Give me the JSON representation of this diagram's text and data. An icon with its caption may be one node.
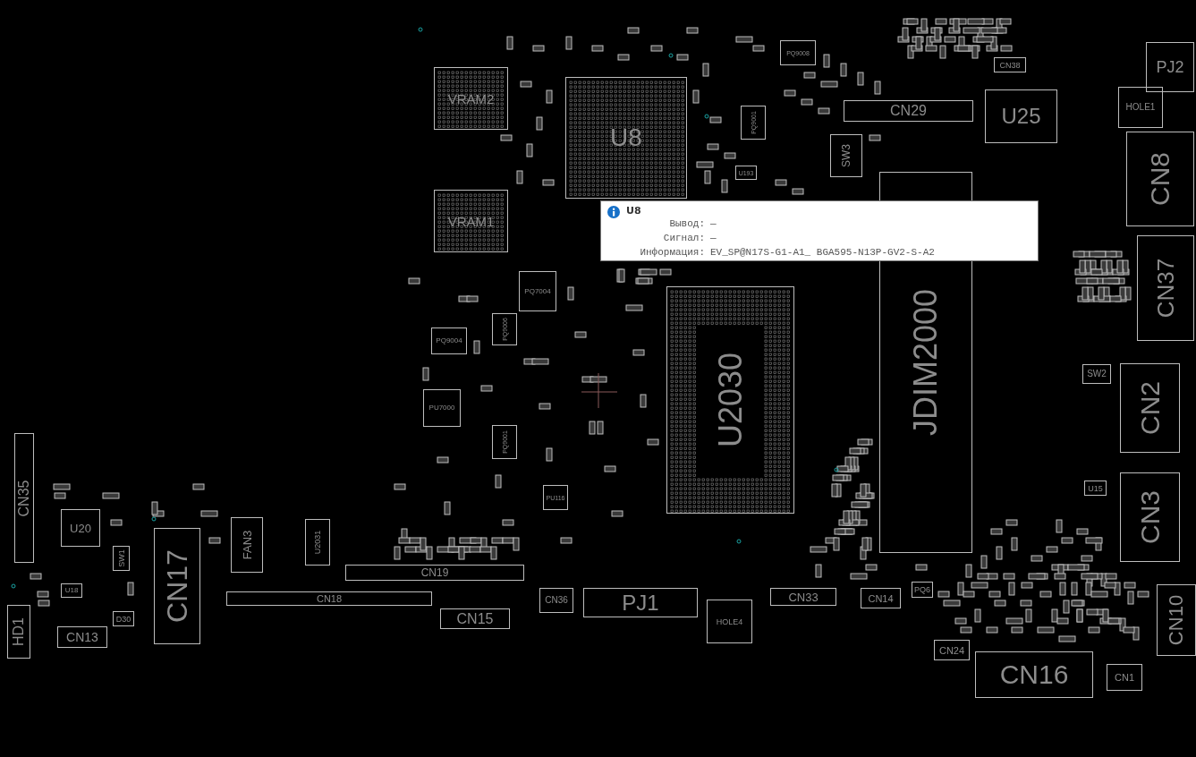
{
  "diagram": {
    "nodes": [
      {
        "text": [
          "PJ2"
        ]
      },
      {
        "text": [
          "PQ9008"
        ]
      },
      {
        "text": [
          "CN38"
        ]
      },
      {
        "text": [
          "VRAM2"
        ]
      },
      {
        "text": [
          "U8"
        ]
      },
      {
        "text": [
          "HOLE1"
        ]
      },
      {
        "text": [
          "CN29"
        ]
      },
      {
        "text": [
          "U25"
        ]
      },
      {
        "text": [
          "PQ9001"
        ]
      },
      {
        "text": [
          "CN8"
        ]
      },
      {
        "text": [
          "SW3"
        ]
      },
      {
        "text": [
          "U193"
        ]
      },
      {
        "text": [
          "JDIM2000"
        ]
      },
      {
        "text": [
          "VRAM1"
        ]
      },
      {
        "text": [
          "U8",
          "Вывод:",
          "—",
          "Сигнал:",
          "—",
          "Информация:",
          "EV_SP@N17S-G1-A1_ BGA595-N13P-GV2-S-A2"
        ]
      },
      {
        "text": [
          "CN37"
        ]
      },
      {
        "text": [
          "PQ7004"
        ]
      },
      {
        "text": [
          "U2030"
        ]
      },
      {
        "text": [
          "PQ9006"
        ]
      },
      {
        "text": [
          "PQ9004"
        ]
      },
      {
        "text": [
          "SW2"
        ]
      },
      {
        "text": [
          "CN2"
        ]
      },
      {
        "text": [
          "PU7000"
        ]
      },
      {
        "text": [
          "PQ9001"
        ]
      },
      {
        "text": [
          "CN35"
        ]
      },
      {
        "text": [
          "U15"
        ]
      },
      {
        "text": [
          "CN3"
        ]
      },
      {
        "text": [
          "PU116"
        ]
      },
      {
        "text": [
          "U20"
        ]
      },
      {
        "text": [
          "FAN3"
        ]
      },
      {
        "text": [
          "U2031"
        ]
      },
      {
        "text": [
          "CN17"
        ]
      },
      {
        "text": [
          "SW1"
        ]
      },
      {
        "text": [
          "CN19"
        ]
      },
      {
        "text": [
          "U18"
        ]
      },
      {
        "text": [
          "CN33"
        ]
      },
      {
        "text": [
          "CN14"
        ]
      },
      {
        "text": [
          "PQ6"
        ]
      },
      {
        "text": [
          "CN36"
        ]
      },
      {
        "text": [
          "PJ1"
        ]
      },
      {
        "text": [
          "CN18"
        ]
      },
      {
        "text": [
          "CN10"
        ]
      },
      {
        "text": [
          "HD1"
        ]
      },
      {
        "text": [
          "D30"
        ]
      },
      {
        "text": [
          "HOLE4"
        ]
      },
      {
        "text": [
          "CN15"
        ]
      },
      {
        "text": [
          "CN13"
        ]
      },
      {
        "text": [
          "CN24"
        ]
      },
      {
        "text": [
          "CN16"
        ]
      },
      {
        "text": [
          "CN1"
        ]
      }
    ]
  }
}
